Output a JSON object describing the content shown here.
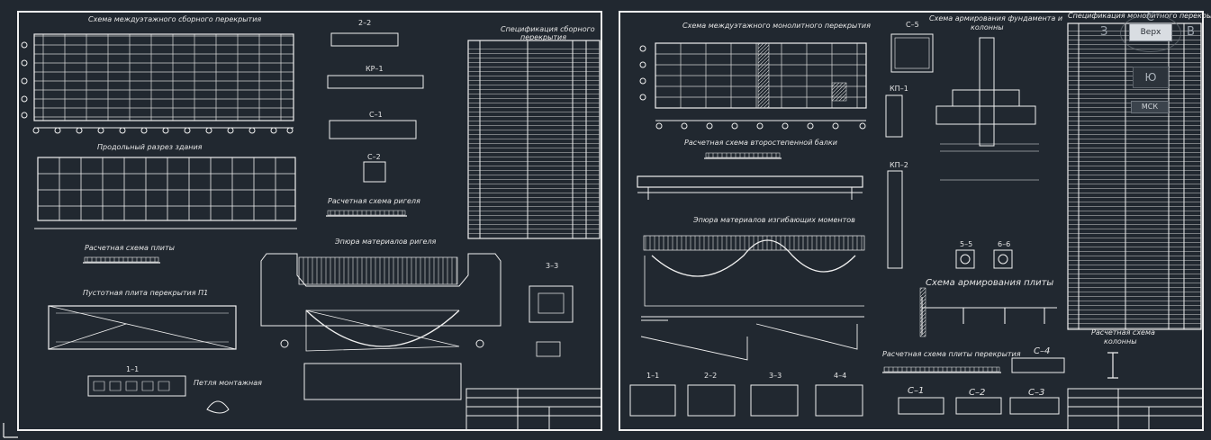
{
  "colors": {
    "background": "#212830",
    "lines": "#e6e6e6",
    "accent": "#ffffff"
  },
  "sheet1": {
    "plan_title": "Схема междуэтажного сборного перекрытия",
    "section_2_2": "2–2",
    "kr1": "КР–1",
    "c1": "С–1",
    "c2": "С–2",
    "longitudinal_section": "Продольный разрез здания",
    "slab_calc_scheme": "Расчетная схема плиты",
    "girder_calc_scheme": "Расчетная схема ригеля",
    "moment_diagram": "Эпюра материалов ригеля",
    "hollow_slab": "Пустотная плита перекрытия П1",
    "section_1_1": "1–1",
    "mounting_loop": "Петля монтажная",
    "section_3_3": "3–3",
    "spec_title_line1": "Спецификация сборного",
    "spec_title_line2": "перекрытия"
  },
  "sheet2": {
    "plan_title": "Схема междуэтажного монолитного перекрытия",
    "c5": "С–5",
    "foundation_title_line1": "Схема армирования фундамента и",
    "foundation_title_line2": "колонны",
    "kp1": "КП–1",
    "kp2": "КП–2",
    "secondary_beam": "Расчетная схема второстепенной балки",
    "moments": "Эпюра материалов изгибающих моментов",
    "section_5_5": "5–5",
    "section_6_6": "6–6",
    "slab_reinf": "Схема армирования плиты",
    "slab_calc_scheme": "Расчетная схема плиты перекрытия",
    "c4": "С–4",
    "c1": "С–1",
    "c2": "С–2",
    "c3": "С–3",
    "column_calc_line1": "Расчетная схема",
    "column_calc_line2": "колонны",
    "spec_title": "Спецификация монолитного перекрытия",
    "sections": [
      "1–1",
      "2–2",
      "3–3",
      "4–4"
    ]
  },
  "viewcube": {
    "top_face": "Верх",
    "north": "С",
    "west": "З",
    "east": "В",
    "south": "Ю",
    "wcs": "МСК"
  }
}
